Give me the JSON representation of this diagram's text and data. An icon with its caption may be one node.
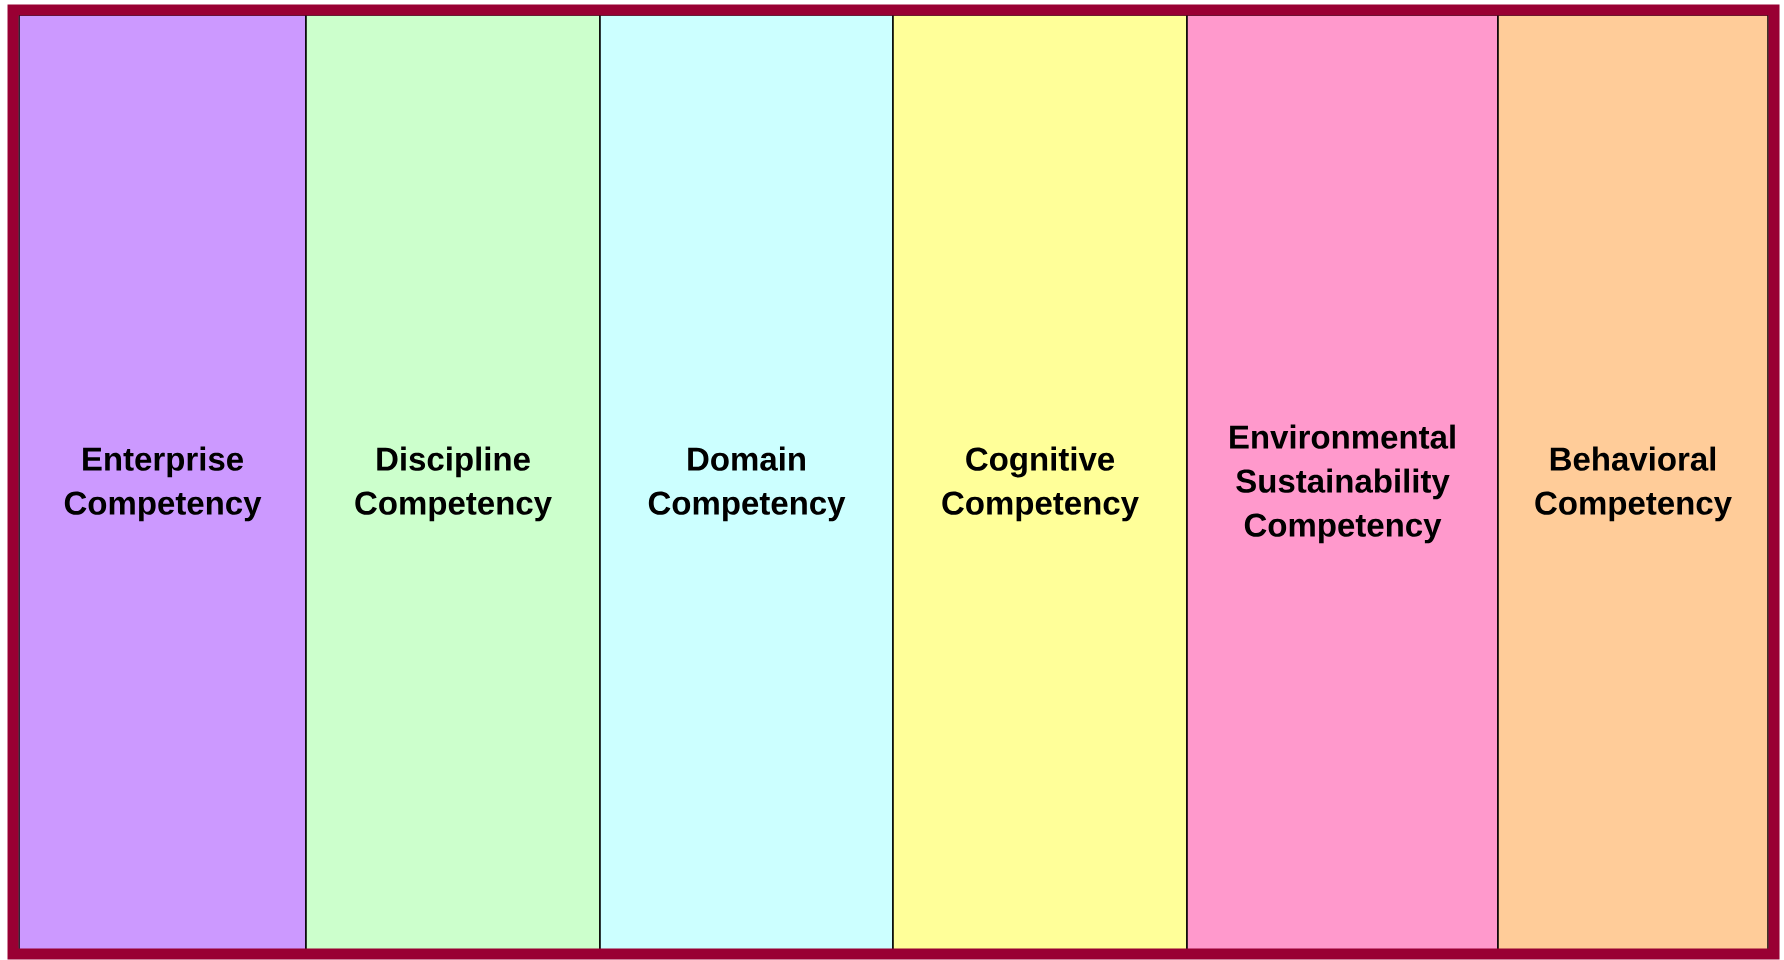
{
  "diagram": {
    "nodes": [
      {
        "text": [
          "Enterprise Competency"
        ]
      },
      {
        "text": [
          "Discipline Competency"
        ]
      },
      {
        "text": [
          "Domain Competency"
        ]
      },
      {
        "text": [
          "Cognitive Competency"
        ]
      },
      {
        "text": [
          "Environmental Sustainability Competency"
        ]
      },
      {
        "text": [
          "Behavioral Competency"
        ]
      }
    ]
  }
}
